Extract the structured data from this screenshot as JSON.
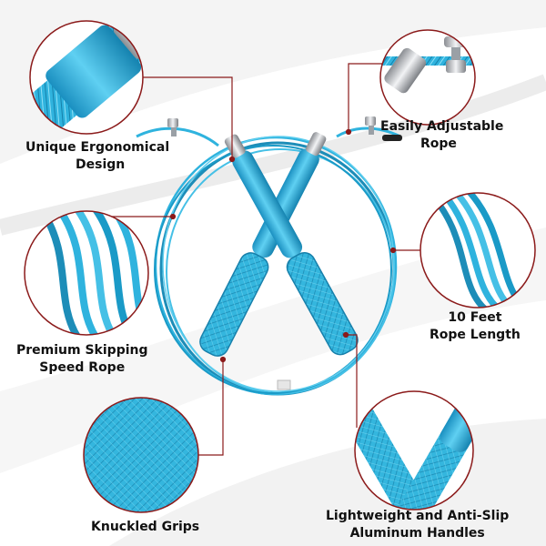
{
  "colors": {
    "rope_blue": "#2fb3de",
    "rope_dark": "#1480a8",
    "callout_red": "#8b1a1a",
    "steel": "#c9ccd0"
  },
  "features": [
    {
      "lines": [
        "Unique Ergonomical",
        "Design"
      ]
    },
    {
      "lines": [
        "Easily Adjustable",
        "Rope"
      ]
    },
    {
      "lines": [
        "10 Feet",
        "Rope Length"
      ]
    },
    {
      "lines": [
        "Premium Skipping",
        "Speed Rope"
      ]
    },
    {
      "lines": [
        "Knuckled Grips"
      ]
    },
    {
      "lines": [
        "Lightweight and Anti-Slip",
        "Aluminum Handles"
      ]
    }
  ]
}
